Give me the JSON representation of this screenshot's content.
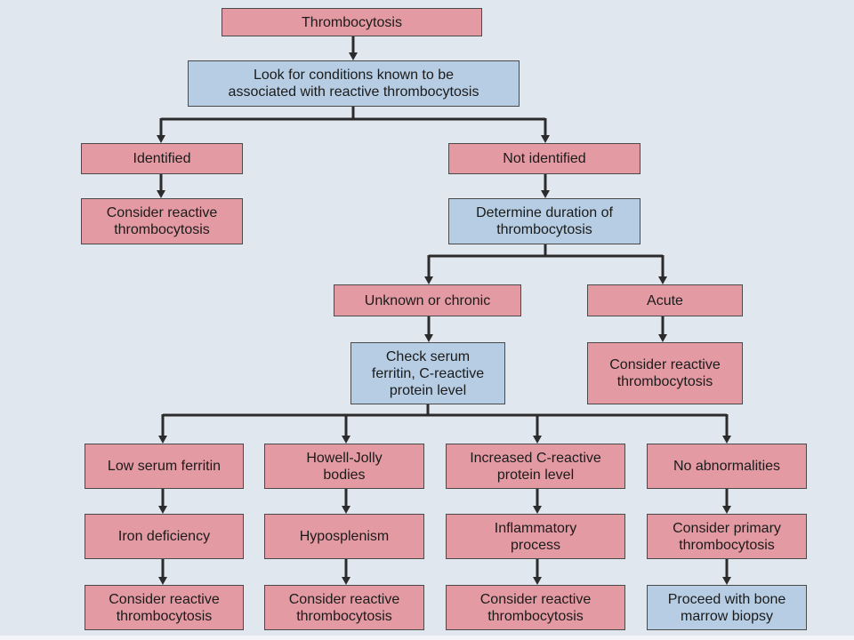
{
  "colors": {
    "background": "#e1e7ef",
    "outcome_fill": "#e49aa3",
    "action_fill": "#b6cde3",
    "line": "#2b2b2b"
  },
  "nodes": {
    "thrombocytosis": "Thrombocytosis",
    "look_for_conditions": "Look for conditions known to be\nassociated with reactive thrombocytosis",
    "identified": "Identified",
    "not_identified": "Not identified",
    "consider_reactive_identified": "Consider reactive\nthrombocytosis",
    "determine_duration": "Determine duration of\nthrombocytosis",
    "unknown_or_chronic": "Unknown or chronic",
    "acute": "Acute",
    "check_serum": "Check serum\nferritin, C-reactive\nprotein level",
    "consider_reactive_acute": "Consider reactive\nthrombocytosis",
    "low_serum_ferritin": "Low serum ferritin",
    "howell_jolly": "Howell-Jolly\nbodies",
    "increased_crp": "Increased C-reactive\nprotein level",
    "no_abnormalities": "No abnormalities",
    "iron_deficiency": "Iron deficiency",
    "hyposplenism": "Hyposplenism",
    "inflammatory_process": "Inflammatory\nprocess",
    "consider_primary": "Consider primary\nthrombocytosis",
    "consider_reactive_iron": "Consider reactive\nthrombocytosis",
    "consider_reactive_hyposplenism": "Consider reactive\nthrombocytosis",
    "consider_reactive_inflammatory": "Consider reactive\nthrombocytosis",
    "bone_marrow_biopsy": "Proceed with bone\nmarrow biopsy"
  }
}
